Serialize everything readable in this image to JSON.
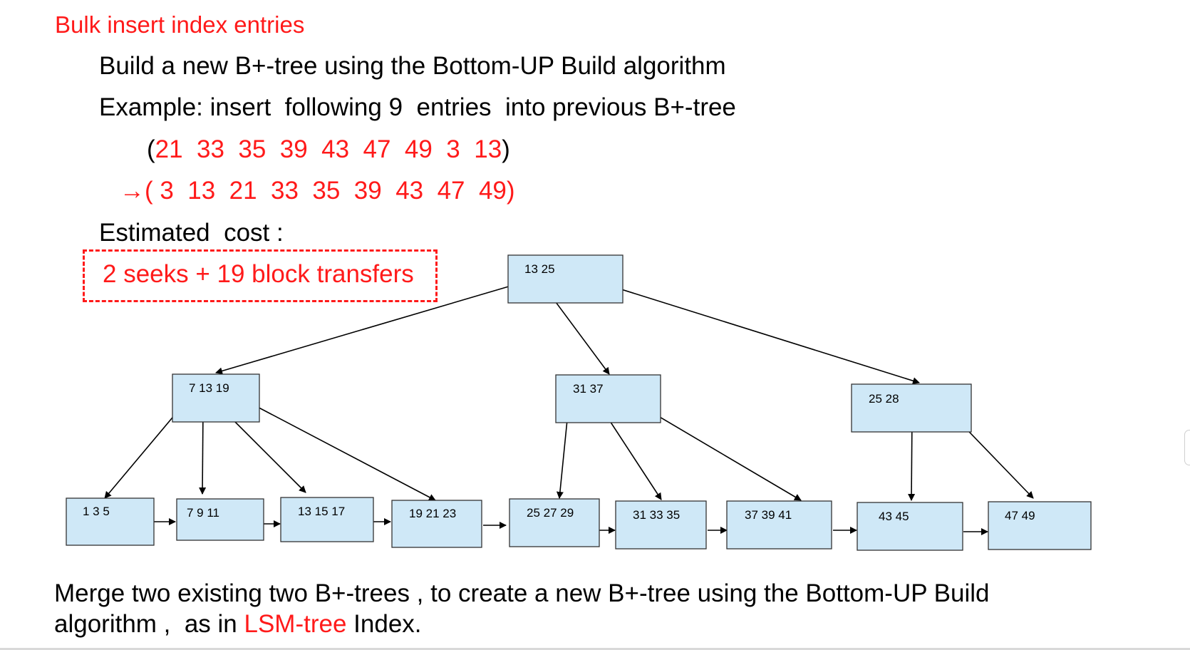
{
  "slide": {
    "title": "Bulk insert index entries",
    "line1": "Build a new B+-tree using the Bottom-UP Build algorithm",
    "line2": "Example: insert  following 9  entries  into previous B+-tree",
    "line3_open": "(",
    "line3_values": "21  33  35  39  43  47  49  3  13",
    "line3_close": ")",
    "line4_arrow": "→",
    "line4_values": "( 3  13  21  33  35  39  43  47  49)",
    "line5": "Estimated  cost :",
    "cost": "2 seeks + 19 block transfers",
    "merge_line1": "Merge two existing two B+-trees , to create a new B+-tree using the Bottom-UP Build",
    "merge_line2_pre": "algorithm ,  as in ",
    "merge_line2_red": "LSM-tree",
    "merge_line2_post": " Index."
  },
  "colors": {
    "accent_red": "#ff1a1a",
    "node_fill": "#cfe8f7",
    "node_border": "#333333"
  },
  "tree": {
    "root": {
      "label": "13  25"
    },
    "internal": [
      {
        "label": "7  13  19"
      },
      {
        "label": "31   37"
      },
      {
        "label": "25  28"
      }
    ],
    "leaves": [
      {
        "label": "1   3   5"
      },
      {
        "label": "7  9  11"
      },
      {
        "label": "13  15   17"
      },
      {
        "label": "19  21  23"
      },
      {
        "label": "25  27  29"
      },
      {
        "label": "31  33  35"
      },
      {
        "label": "37  39  41"
      },
      {
        "label": "43   45"
      },
      {
        "label": "47  49"
      }
    ]
  }
}
